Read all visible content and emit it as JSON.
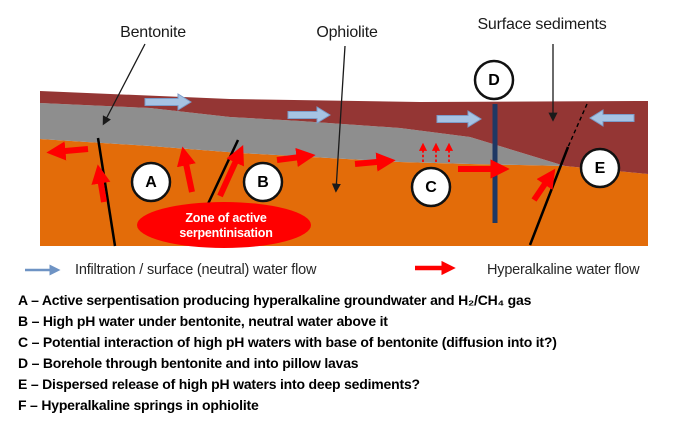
{
  "figure": {
    "layer_labels": {
      "bentonite": "Bentonite",
      "ophiolite": "Ophiolite",
      "surface_sediments": "Surface sediments"
    },
    "zone": {
      "line1": "Zone of active",
      "line2": "serpentinisation"
    },
    "markers": {
      "a": "A",
      "b": "B",
      "c": "C",
      "d": "D",
      "e": "E"
    },
    "colors": {
      "surface_sediments": "#943634",
      "bentonite": "#8E8E8E",
      "ophiolite": "#E36C09",
      "zone": "#FF0000",
      "hyperalkaline": "#FF0000",
      "neutral_fill": "#A6C3E3",
      "neutral_stroke": "#7B9CC9",
      "legend_blue": "#6E93C4",
      "borehole": "#1F3864"
    }
  },
  "legend": {
    "neutral": "Infiltration / surface (neutral) water flow",
    "hyperalkaline": "Hyperalkaline water flow"
  },
  "notes": [
    "A – Active serpentisation producing hyperalkaline groundwater and H₂/CH₄ gas",
    "B – High pH water under bentonite, neutral water above it",
    "C – Potential interaction of high pH waters with base of bentonite (diffusion into it?)",
    "D – Borehole through bentonite and into pillow lavas",
    "E – Dispersed release of high pH waters into deep sediments?",
    "F – Hyperalkaline springs in ophiolite"
  ]
}
